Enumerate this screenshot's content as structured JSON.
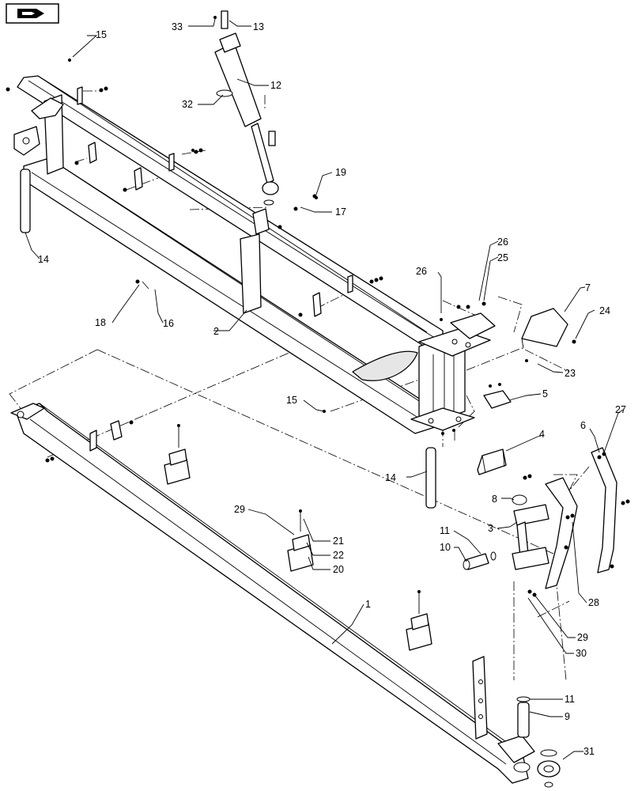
{
  "diagram": {
    "callouts": [
      {
        "id": "c1",
        "text": "1"
      },
      {
        "id": "c2",
        "text": "2"
      },
      {
        "id": "c3",
        "text": "3"
      },
      {
        "id": "c4",
        "text": "4"
      },
      {
        "id": "c5",
        "text": "5"
      },
      {
        "id": "c6",
        "text": "6"
      },
      {
        "id": "c7",
        "text": "7"
      },
      {
        "id": "c8",
        "text": "8"
      },
      {
        "id": "c9",
        "text": "9"
      },
      {
        "id": "c10",
        "text": "10"
      },
      {
        "id": "c11a",
        "text": "11"
      },
      {
        "id": "c11b",
        "text": "11"
      },
      {
        "id": "c12",
        "text": "12"
      },
      {
        "id": "c13",
        "text": "13"
      },
      {
        "id": "c14a",
        "text": "14"
      },
      {
        "id": "c14b",
        "text": "14"
      },
      {
        "id": "c15a",
        "text": "15"
      },
      {
        "id": "c15b",
        "text": "15"
      },
      {
        "id": "c16",
        "text": "16"
      },
      {
        "id": "c17",
        "text": "17"
      },
      {
        "id": "c18",
        "text": "18"
      },
      {
        "id": "c19",
        "text": "19"
      },
      {
        "id": "c20",
        "text": "20"
      },
      {
        "id": "c21",
        "text": "21"
      },
      {
        "id": "c22",
        "text": "22"
      },
      {
        "id": "c23",
        "text": "23"
      },
      {
        "id": "c24",
        "text": "24"
      },
      {
        "id": "c25",
        "text": "25"
      },
      {
        "id": "c26a",
        "text": "26"
      },
      {
        "id": "c26b",
        "text": "26"
      },
      {
        "id": "c27",
        "text": "27"
      },
      {
        "id": "c28",
        "text": "28"
      },
      {
        "id": "c29a",
        "text": "29"
      },
      {
        "id": "c29b",
        "text": "29"
      },
      {
        "id": "c30",
        "text": "30"
      },
      {
        "id": "c31",
        "text": "31"
      },
      {
        "id": "c32",
        "text": "32"
      },
      {
        "id": "c33",
        "text": "33"
      }
    ],
    "icons": {
      "nav": "page-nav-icon"
    }
  }
}
